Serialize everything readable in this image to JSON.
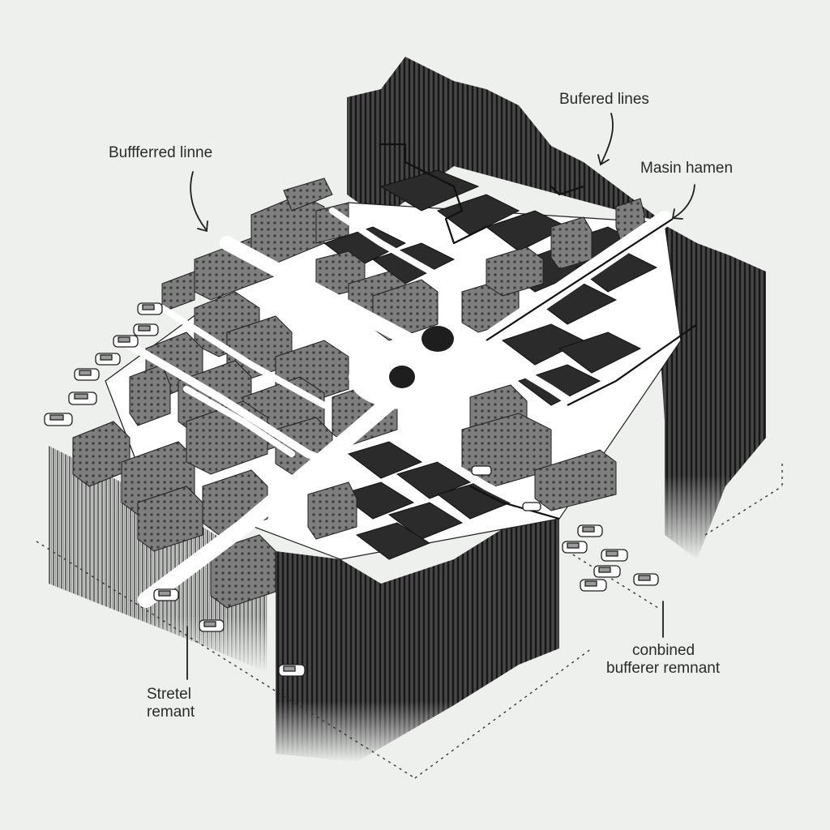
{
  "labels": {
    "buffered_line": "Buffferred linne",
    "buffered_lines": "Bufered lines",
    "main_hamen": "Masin hamen",
    "street_remnant": [
      "Stretel",
      "remant"
    ],
    "combined_remnant": [
      "conbined",
      "bufferer remnant"
    ]
  },
  "colors": {
    "background": "#eef0ee",
    "road": "#ffffff",
    "ink": "#1e1e1e",
    "building": "#8c8c8c",
    "block_dark": "#2b2b2b"
  }
}
